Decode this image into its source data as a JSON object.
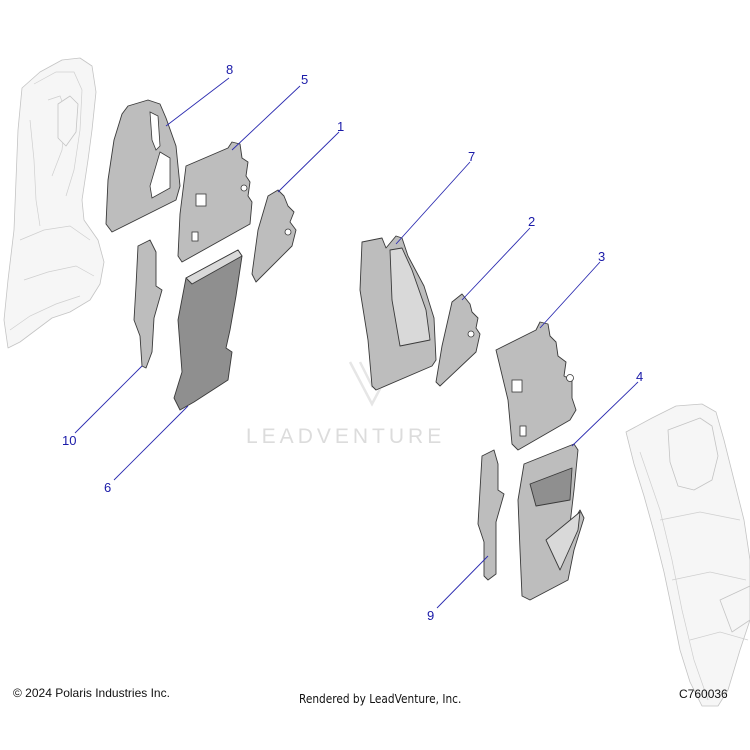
{
  "callouts": [
    {
      "id": "1",
      "label": "1"
    },
    {
      "id": "2",
      "label": "2"
    },
    {
      "id": "3",
      "label": "3"
    },
    {
      "id": "4",
      "label": "4"
    },
    {
      "id": "5",
      "label": "5"
    },
    {
      "id": "6",
      "label": "6"
    },
    {
      "id": "7",
      "label": "7"
    },
    {
      "id": "8",
      "label": "8"
    },
    {
      "id": "9",
      "label": "9"
    },
    {
      "id": "10",
      "label": "10"
    }
  ],
  "watermark": "LEADVENTURE",
  "footer": {
    "copyright": "© 2024 Polaris Industries Inc.",
    "rendered_by": "Rendered by LeadVenture, Inc.",
    "diagram_code": "C760036"
  },
  "colors": {
    "callout": "#1a1aa8",
    "part_fill": "#bdbdbd",
    "frame_fill": "#f6f6f6",
    "watermark": "#dcdcdc"
  }
}
